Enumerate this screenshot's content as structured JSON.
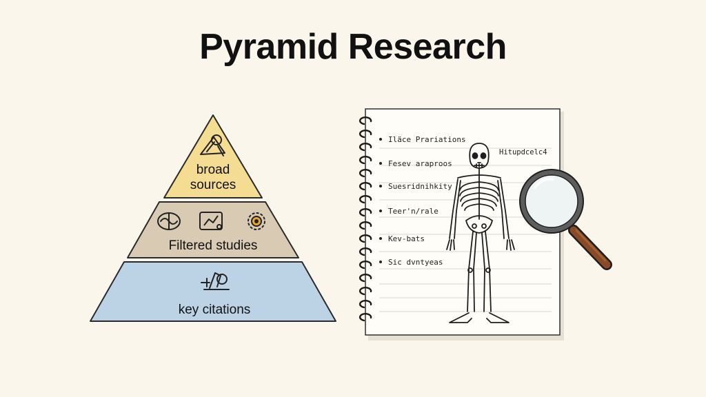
{
  "title": "Pyramid Research",
  "pyramid": {
    "top": {
      "line1": "broad",
      "line2": "sources",
      "color": "#f5dc93"
    },
    "middle": {
      "label": "Filtered studies",
      "color": "#d9cbb3"
    },
    "bottom": {
      "label": "key citations",
      "color": "#bcd3e6"
    }
  },
  "notebook": {
    "notes": [
      "Iläce Prariations",
      "Fesev araproos",
      "Suesridnihkity",
      "Teer'n/rale",
      "Kev-bats",
      "Sic dvntyeas"
    ],
    "side_note": "Hitupdcelc4"
  },
  "colors": {
    "background": "#fbf6ec",
    "magnifier_handle": "#8a4a26"
  },
  "icons": [
    "triangle-ruler-icon",
    "brain-icon",
    "tablet-chart-icon",
    "gear-icon",
    "microscope-icon",
    "skeleton-icon",
    "magnifying-glass-icon",
    "spiral-binding-icon"
  ]
}
